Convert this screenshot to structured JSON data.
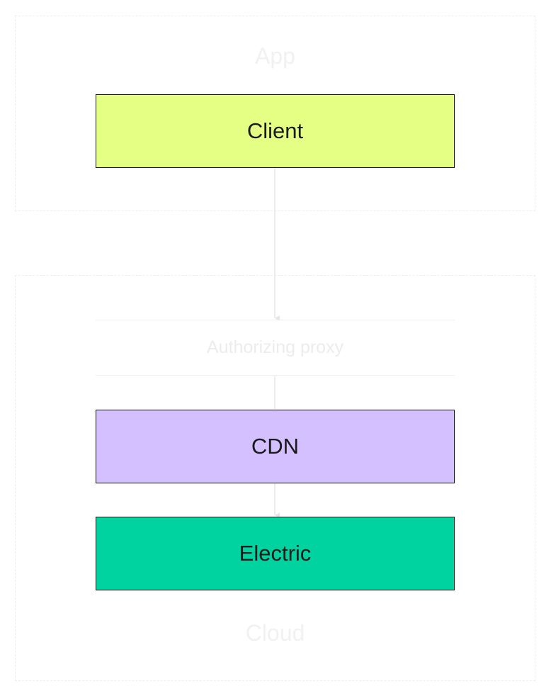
{
  "groups": {
    "app": {
      "label": "App"
    },
    "cloud": {
      "label": "Cloud"
    }
  },
  "nodes": {
    "client": {
      "label": "Client",
      "color": "#e5ff85"
    },
    "proxy": {
      "label": "Authorizing proxy"
    },
    "cdn": {
      "label": "CDN",
      "color": "#d4bfff"
    },
    "electric": {
      "label": "Electric",
      "color": "#00d39f"
    }
  },
  "edges": [
    {
      "from": "Client",
      "to": "Authorizing proxy"
    },
    {
      "from": "Authorizing proxy",
      "to": "CDN"
    },
    {
      "from": "CDN",
      "to": "Electric"
    }
  ],
  "colors": {
    "group_border": "#ededed",
    "edge": "#e6e6e6",
    "node_border": "#111111"
  }
}
